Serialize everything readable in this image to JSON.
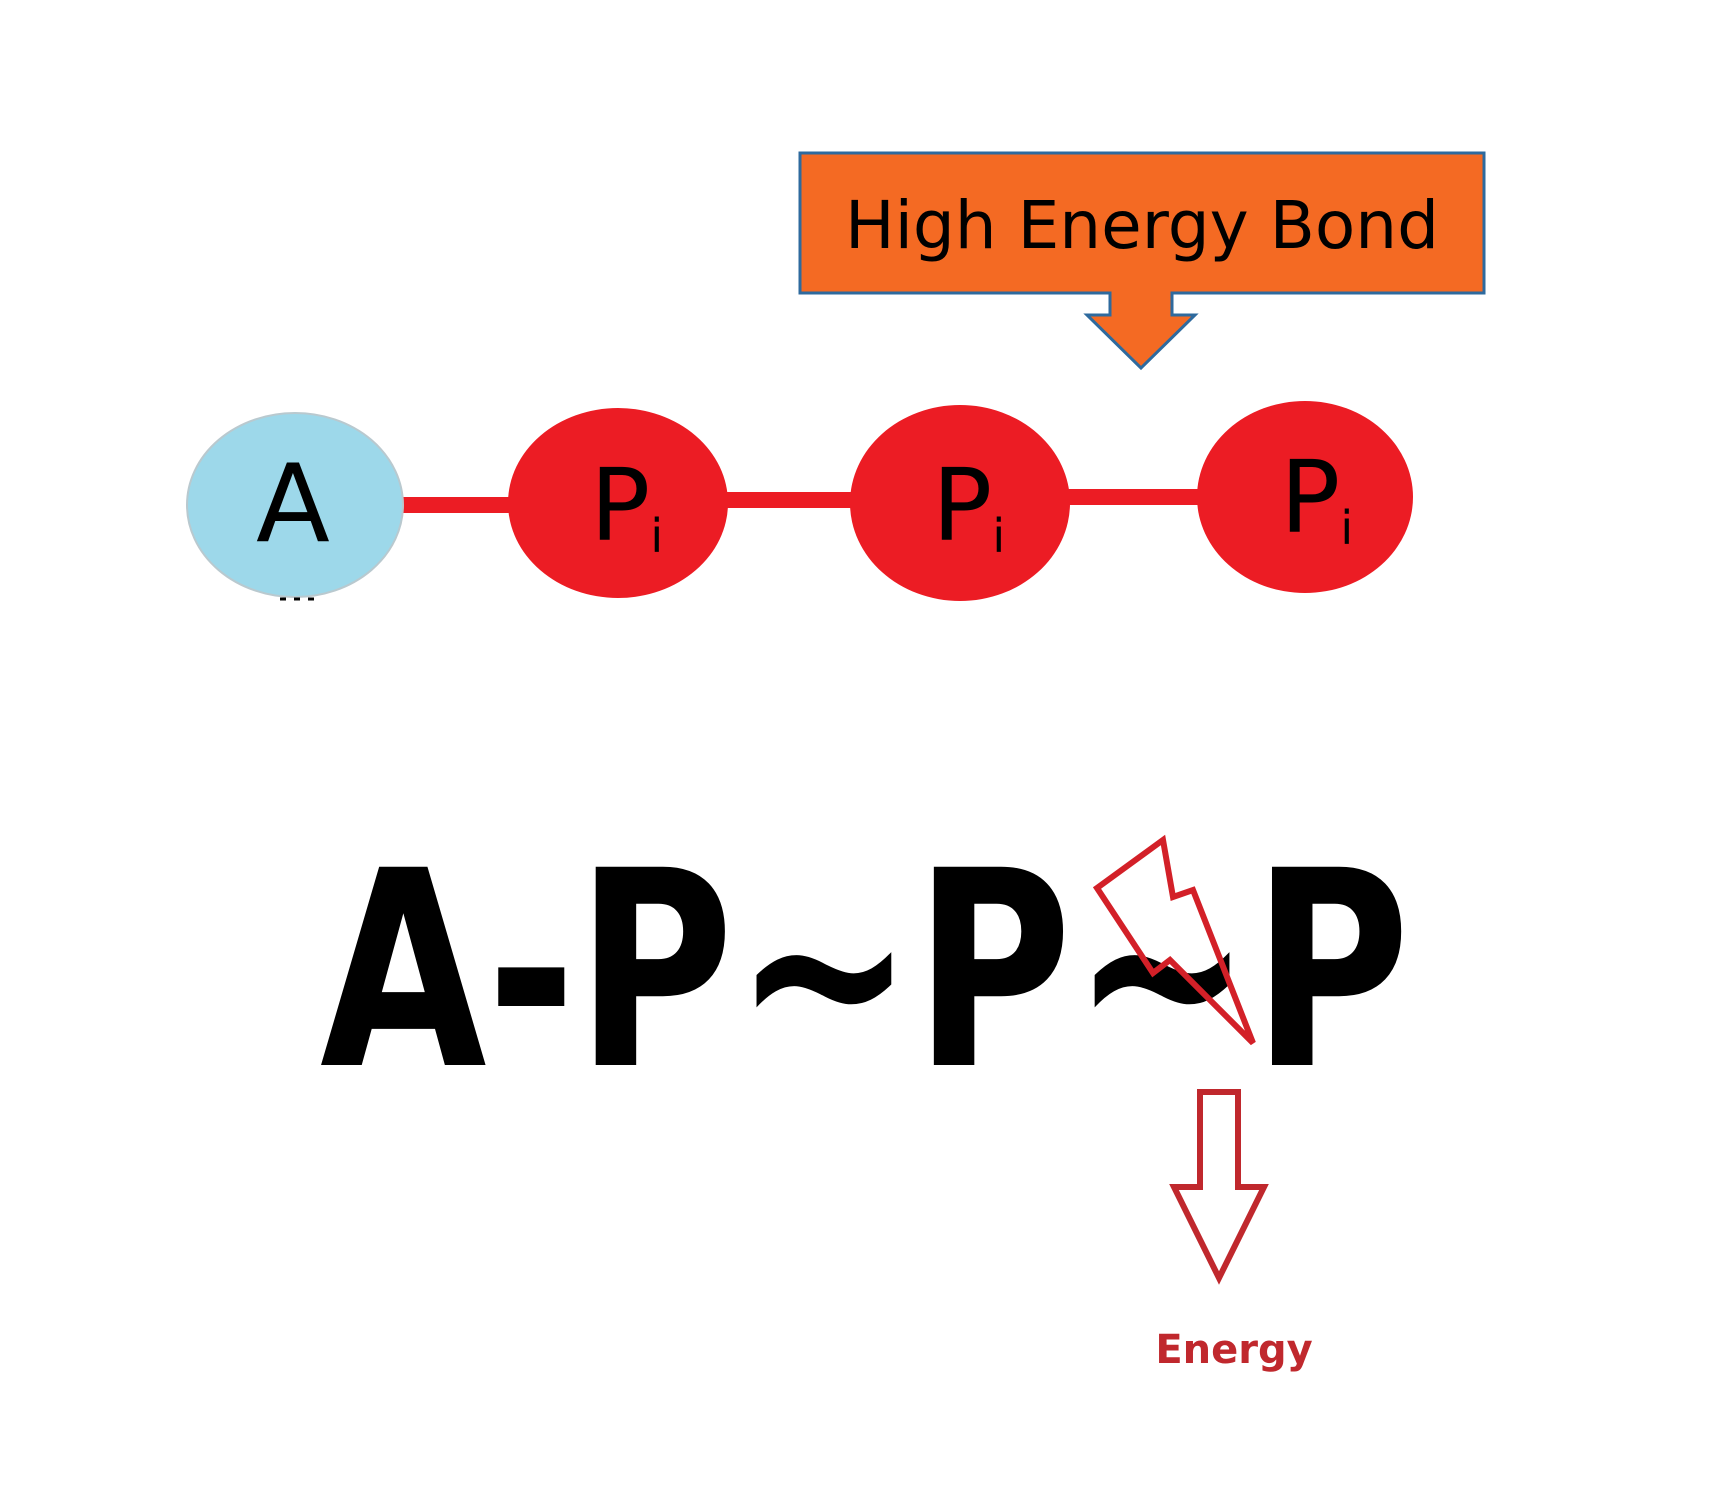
{
  "callout": {
    "label": "High Energy Bond",
    "fill": "#F46A23",
    "stroke": "#2E6A9E"
  },
  "molecule": {
    "adenosine": {
      "label": "A",
      "fill": "#9DD8EA"
    },
    "phosphate_fill": "#EC1C24",
    "bond_color": "#EC1C24",
    "phosphates": [
      {
        "label": "P",
        "subscript": "i"
      },
      {
        "label": "P",
        "subscript": "i"
      },
      {
        "label": "P",
        "subscript": "i"
      }
    ]
  },
  "formula": {
    "text": "A-P~P~P",
    "color": "#000000"
  },
  "energy": {
    "label": "Energy",
    "color": "#C0282D"
  }
}
